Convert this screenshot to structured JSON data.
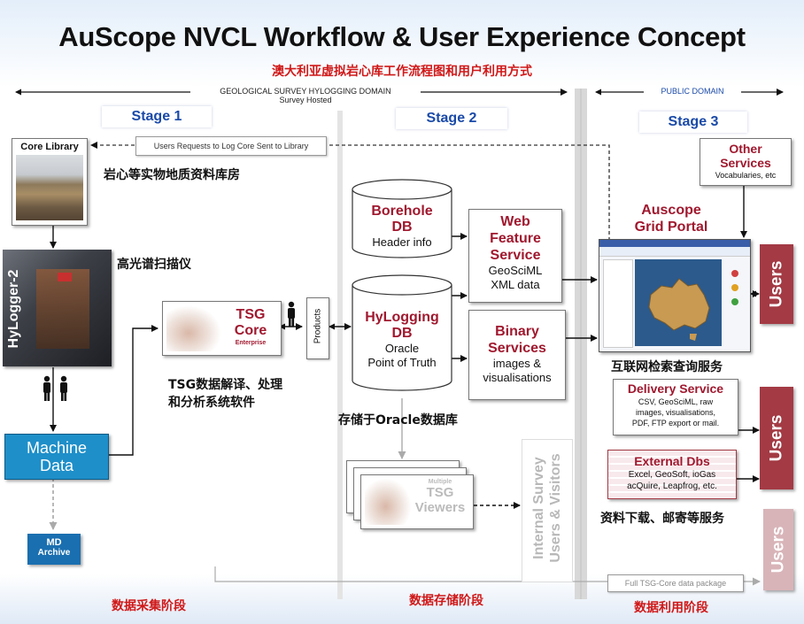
{
  "title": "AuScope NVCL Workflow & User Experience Concept",
  "subtitle_cn": "澳大利亚虚拟岩心库工作流程图和用户利用方式",
  "domains": {
    "geological": "GEOLOGICAL SURVEY HYLOGGING DOMAIN",
    "geological_sub": "Survey Hosted",
    "public": "PUBLIC DOMAIN"
  },
  "stages": [
    "Stage 1",
    "Stage 2",
    "Stage 3"
  ],
  "core_library": {
    "label": "Core Library",
    "cn": "岩心等实物地质资料库房",
    "request": "Users Requests to Log Core Sent to Library"
  },
  "hylogger": {
    "label": "HyLogger-2",
    "cn": "高光谱扫描仪"
  },
  "tsg_core": {
    "line1": "TSG",
    "line2": "Core",
    "line3": "Enterprise",
    "cn_line1": "TSG数据解译、处理",
    "cn_line2": "和分析系统软件"
  },
  "products": "Products",
  "machine_data": {
    "line1": "Machine",
    "line2": "Data"
  },
  "md_archive": {
    "line1": "MD",
    "line2": "Archive"
  },
  "borehole_db": {
    "line1": "Borehole",
    "line2": "DB",
    "line3": "Header info"
  },
  "hylogging_db": {
    "line1": "HyLogging",
    "line2": "DB",
    "line3": "Oracle",
    "line4": "Point of Truth",
    "cn": "存储于Oracle数据库"
  },
  "wfs": {
    "line1": "Web",
    "line2": "Feature",
    "line3": "Service",
    "line4": "GeoSciML",
    "line5": "XML data"
  },
  "binary": {
    "line1": "Binary",
    "line2": "Services",
    "line3": "images &",
    "line4": "visualisations"
  },
  "tsg_viewers": {
    "line1": "Multiple",
    "line2": "TSG",
    "line3": "Viewers"
  },
  "internal_users": {
    "line1": "Internal Survey",
    "line2": "Users & Visitors"
  },
  "other_services": {
    "line1": "Other",
    "line2": "Services",
    "line3": "Vocabularies, etc"
  },
  "portal": {
    "line1": "Auscope",
    "line2": "Grid Portal",
    "cn": "互联网检索查询服务"
  },
  "delivery": {
    "title": "Delivery Service",
    "line1": "CSV, GeoSciML, raw",
    "line2": "images, visualisations,",
    "line3": "PDF, FTP export or mail."
  },
  "external": {
    "title": "External Dbs",
    "line1": "Excel, GeoSoft, ioGas",
    "line2": "acQuire, Leapfrog, etc.",
    "cn": "资料下载、邮寄等服务"
  },
  "users_label": "Users",
  "full_package": "Full TSG-Core data package",
  "phases": [
    "数据采集阶段",
    "数据存储阶段",
    "数据利用阶段"
  ],
  "colors": {
    "title": "#111111",
    "chinese_red": "#d01818",
    "stage_blue": "#1a4aa8",
    "db_red": "#a0182e",
    "users_box": "#a33a44",
    "machine_data": "#1e8fc9",
    "md_archive": "#1a6fb0"
  }
}
